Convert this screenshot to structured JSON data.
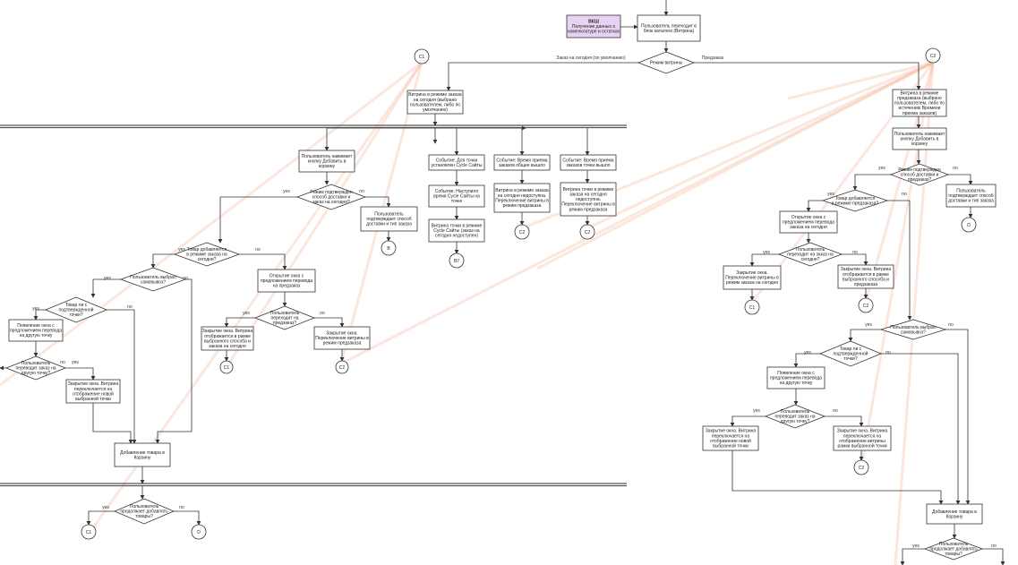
{
  "nodes": {
    "ext": {
      "title": "ВКШ",
      "lines": [
        "Получение данных о",
        "номенклатуре и остатках"
      ]
    },
    "start": {
      "lines": [
        "Пользователь переходит в",
        "блок каталога (Витрина)"
      ]
    },
    "d_mode": {
      "lines": [
        "Режим витрины"
      ]
    },
    "lbl_sell_now": {
      "lines": [
        "Заказ на сегодня (по умолчанию)"
      ]
    },
    "lbl_pre": {
      "lines": [
        "Предзаказ"
      ]
    },
    "today_mode": {
      "lines": [
        "Витрина в режиме заказа",
        "на сегодня (выбрано",
        "пользователем, либо по",
        "умолчанию)"
      ]
    },
    "pre_mode": {
      "lines": [
        "Витрина в режиме",
        "предзаказа (выбрано",
        "пользователем, либо по",
        "истечению Времени",
        "приема заказов)"
      ]
    },
    "add_btn": {
      "lines": [
        "Пользователь нажимает",
        "кнопку Добавить в",
        "корзину"
      ]
    },
    "ev_cycle": {
      "lines": [
        "Событие: Для точки",
        "установлен Cycle Сайты"
      ]
    },
    "ev_time": {
      "lines": [
        "Событие: Время приема",
        "заказов общее вышло"
      ]
    },
    "ev_point": {
      "lines": [
        "Событие: Время приема",
        "заказов точки вышло"
      ]
    },
    "ev_cycle2": {
      "lines": [
        "Событие: Наступило",
        "время Cycle Сайты на",
        "точке"
      ]
    },
    "today_na": {
      "lines": [
        "Витрина в режиме заказа",
        "на сегодня недоступна.",
        "Переключение витрины в",
        "режим предзаказа"
      ]
    },
    "point_na": {
      "lines": [
        "Витрина точки в режиме",
        "заказа на сегодня",
        "недоступна.",
        "Переключение витрины в",
        "режим предзаказа"
      ]
    },
    "cycle_mode": {
      "lines": [
        "Витрина точки в режиме",
        "Cycle Сайты (заказ на",
        "сегодня недоступен)"
      ]
    },
    "d_confirm": {
      "lines": [
        "Режим подтвержден",
        "способ доставки и",
        "заказ на сегодня?"
      ]
    },
    "show_choose": {
      "lines": [
        "Пользователь",
        "подтверждает способ",
        "доставки и тип заказа"
      ]
    },
    "d_avail": {
      "lines": [
        "Товар добавляется",
        "в режиме заказа на",
        "сегодня?"
      ]
    },
    "open_pre": {
      "lines": [
        "Открытие окна с",
        "предложением перевода",
        "на предзаказ"
      ]
    },
    "d_self": {
      "lines": [
        "Пользователь выбрал",
        "самовывоз?"
      ]
    },
    "d_point": {
      "lines": [
        "Товар ли с",
        "подтвержденной",
        "точки?"
      ]
    },
    "d_go_pre": {
      "lines": [
        "Пользователь",
        "переходит на",
        "предзаказ?"
      ]
    },
    "close_left": {
      "lines": [
        "Закрытие окна. Витрина",
        "отображается в рамке",
        "выбранного способа и",
        "заказа на сегодня"
      ]
    },
    "close_pre": {
      "lines": [
        "Закрытие окна.",
        "Переключение витрины в",
        "режим предзаказа"
      ]
    },
    "show_point": {
      "lines": [
        "Появление окна с",
        "предложением перевода",
        "на другую точку"
      ]
    },
    "d_other": {
      "lines": [
        "Пользователь",
        "переводит заказ на",
        "другую точку?"
      ]
    },
    "close_other": {
      "lines": [
        "Закрытие окна. Витрина",
        "переключается на",
        "отображение новой",
        "выбранной точки"
      ]
    },
    "to_cart": {
      "lines": [
        "Добавление товара в",
        "Корзину"
      ]
    },
    "d_continue": {
      "lines": [
        "Пользователь",
        "продолжает добавлять",
        "товары?"
      ]
    },
    "r_add_btn": {
      "lines": [
        "Пользователь нажимает",
        "кнопку Добавить в",
        "корзину"
      ]
    },
    "r_d_confirm": {
      "lines": [
        "Режим подтвержден",
        "способ доставки и",
        "предзаказ?"
      ]
    },
    "r_show_choose": {
      "lines": [
        "Пользователь",
        "подтверждает способ",
        "доставки и тип заказа"
      ]
    },
    "r_d_avail": {
      "lines": [
        "Товар добавляется",
        "в режиме предзаказа?"
      ]
    },
    "r_open_today": {
      "lines": [
        "Открытие окна с",
        "предложением перевода",
        "заказа на сегодня"
      ]
    },
    "r_d_go": {
      "lines": [
        "Пользователь",
        "переходит на заказ на",
        "сегодня?"
      ]
    },
    "r_close_today": {
      "lines": [
        "Закрытие окна.",
        "Переключение витрины в",
        "режим заказа на сегодня"
      ]
    },
    "r_close_pre": {
      "lines": [
        "Закрытие окна. Витрина",
        "отображается в рамке",
        "выбранного способа и",
        "предзаказа"
      ]
    },
    "r_d_self": {
      "lines": [
        "Пользователь выбрал",
        "самовывоз?"
      ]
    },
    "r_d_point": {
      "lines": [
        "Товар ли с",
        "подтвержденной",
        "точки?"
      ]
    },
    "r_show_point": {
      "lines": [
        "Появление окна с",
        "предложением перевода",
        "на другую точку"
      ]
    },
    "r_d_other": {
      "lines": [
        "Пользователь",
        "переводит заказ на",
        "другую точку?"
      ]
    },
    "r_close_other": {
      "lines": [
        "Закрытие окна. Витрина",
        "переключается на",
        "отображение новой",
        "выбранной точки"
      ]
    },
    "r_close_same": {
      "lines": [
        "Закрытие окна. Витрина",
        "переключается на",
        "отображение витрины",
        "рамки выбранной точки"
      ]
    },
    "r_to_cart": {
      "lines": [
        "Добавление товара в",
        "Корзину"
      ]
    },
    "r_d_continue": {
      "lines": [
        "Пользователь",
        "продолжает добавлять",
        "товары?"
      ]
    }
  },
  "connectors": {
    "c1_top": "C1",
    "c2_top": "C2",
    "b_left": "B",
    "b7": "B7",
    "c2_a": "C2",
    "c2_b": "C2",
    "c1_left": "C1",
    "c2_mid": "C2",
    "c1_bottom": "C1",
    "d_bottom": "D",
    "r_d": "D",
    "r_c1": "C1",
    "r_c2": "C2",
    "r_c2b": "C2"
  },
  "labels": {
    "yes": "yes",
    "no": "no"
  },
  "colors": {
    "ext_fill": "#e7d3f1",
    "highlight": "#f3b9a0",
    "line": "#333333"
  }
}
